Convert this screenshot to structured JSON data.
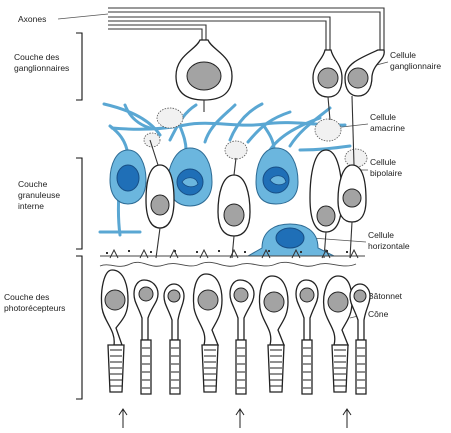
{
  "labels_left": {
    "axones": "Axones",
    "ganglion_layer": [
      "Couche des",
      "ganglionnaires"
    ],
    "inner_granular": [
      "Couche",
      "granuleuse",
      "interne"
    ],
    "photoreceptor_layer": [
      "Couche des",
      "photorécepteurs"
    ]
  },
  "labels_right": {
    "ganglion_cell": [
      "Cellule",
      "ganglionnaire"
    ],
    "amacrine_cell": [
      "Cellule",
      "amacrine"
    ],
    "bipolar_cell": [
      "Cellule",
      "bipolaire"
    ],
    "horizontal_cell": [
      "Cellule",
      "horizontale"
    ],
    "rod": "Bâtonnet",
    "cone": "Cône"
  },
  "colors": {
    "nucleus_gray": "#a3a3a3",
    "blue_cell": "#6bb6de",
    "blue_nucleus": "#1f6fb7",
    "outline": "#222222"
  }
}
